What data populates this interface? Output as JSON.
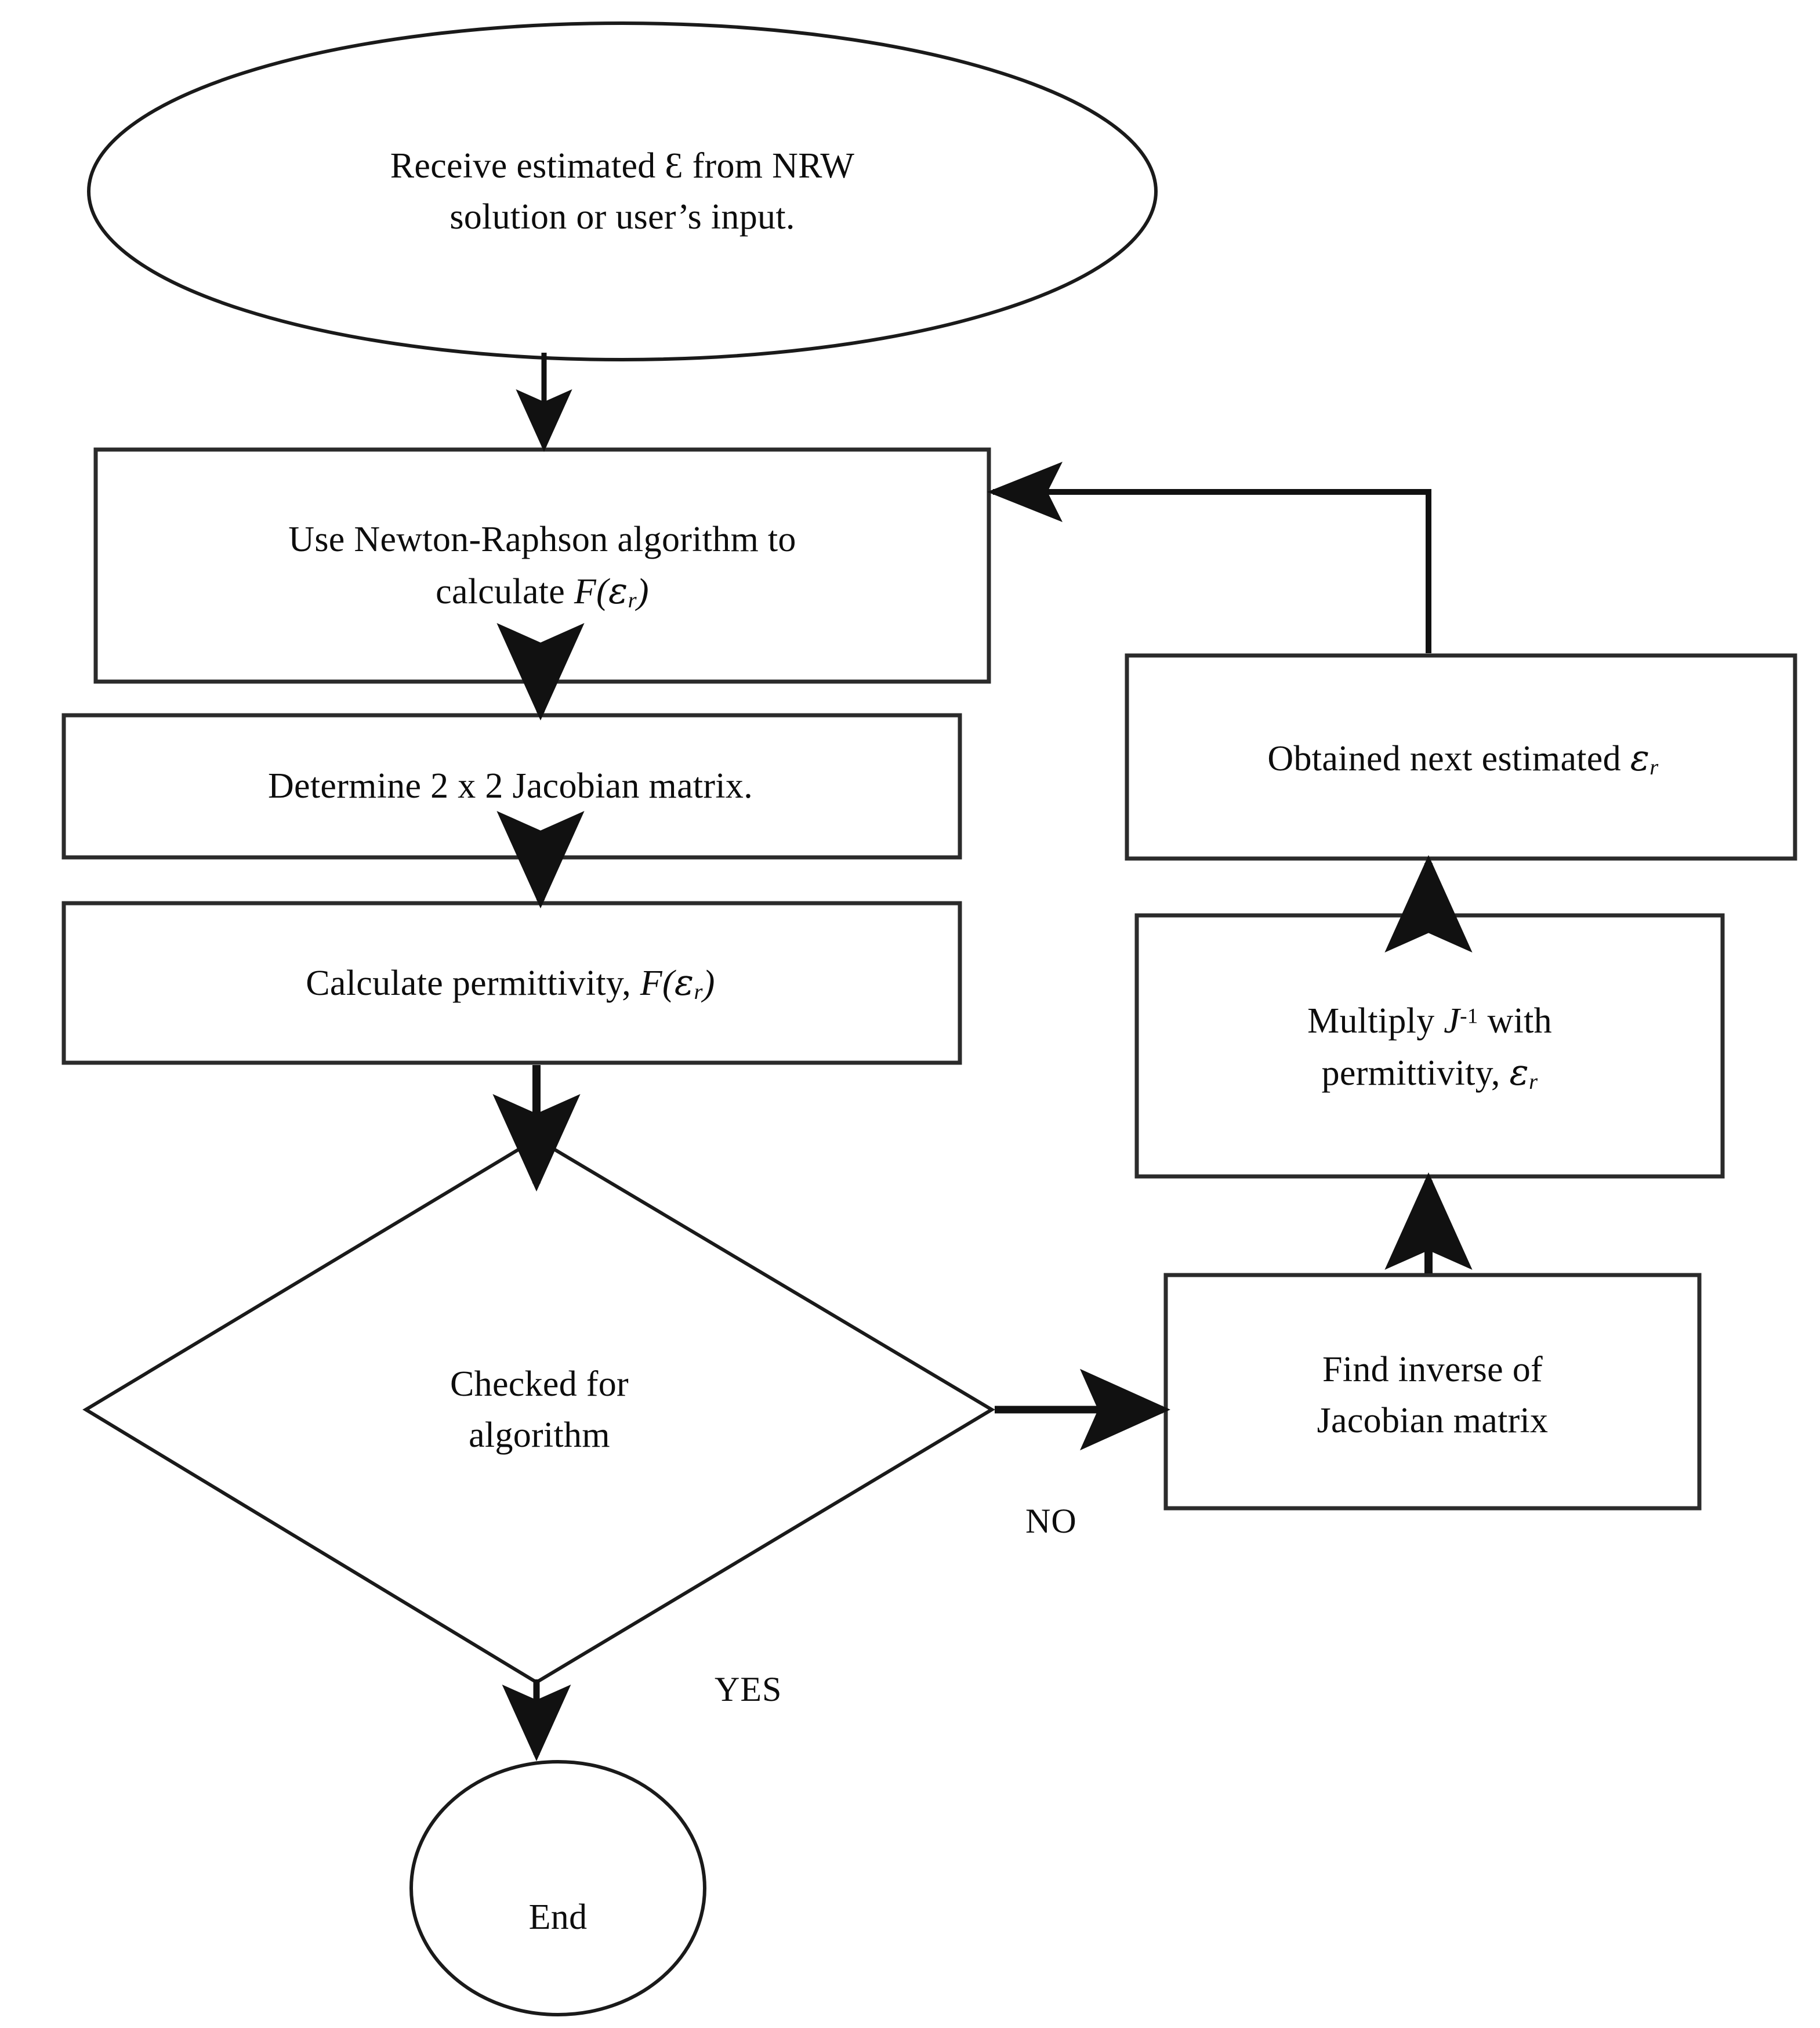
{
  "diagram": {
    "type": "flowchart",
    "title": "Newton-Raphson permittivity extraction flowchart",
    "background_color": "#ffffff",
    "stroke_color": "#1a1a1a",
    "text_color": "#0d0d0d"
  },
  "nodes": {
    "start": {
      "shape": "ellipse",
      "line1": "Receive estimated Ɛ  from NRW",
      "line2": "solution or user’s input."
    },
    "newton_raphson": {
      "shape": "rectangle",
      "line1": "Use Newton-Raphson algorithm to",
      "line2_prefix": "calculate  ",
      "line2_math": "F(εr)"
    },
    "jacobian": {
      "shape": "rectangle",
      "line1": "Determine 2 x 2 Jacobian matrix."
    },
    "permittivity": {
      "shape": "rectangle",
      "line1_prefix": "Calculate permittivity, ",
      "line1_math": "F(εr)"
    },
    "decision": {
      "shape": "diamond",
      "line1": "Checked for",
      "line2": "algorithm"
    },
    "find_inverse": {
      "shape": "rectangle",
      "line1": "Find inverse of",
      "line2": "Jacobian matrix"
    },
    "multiply": {
      "shape": "rectangle",
      "line1_prefix": "Multiply ",
      "line1_math": "J-1",
      "line1_suffix": " with",
      "line2_prefix": "permittivity, ",
      "line2_math": "εr"
    },
    "obtained_next": {
      "shape": "rectangle",
      "line1_prefix": "Obtained next estimated ",
      "line1_math": "εr"
    },
    "end": {
      "shape": "ellipse",
      "line1": "End"
    }
  },
  "edges": {
    "start_to_newton": {
      "label": ""
    },
    "newton_to_jacobian": {
      "label": ""
    },
    "jacobian_to_permittivity": {
      "label": ""
    },
    "permittivity_to_decision": {
      "label": ""
    },
    "decision_to_find_inverse": {
      "label": "NO"
    },
    "decision_to_end": {
      "label": "YES"
    },
    "find_inverse_to_multiply": {
      "label": ""
    },
    "multiply_to_obtained": {
      "label": ""
    },
    "obtained_to_newton": {
      "label": ""
    }
  }
}
